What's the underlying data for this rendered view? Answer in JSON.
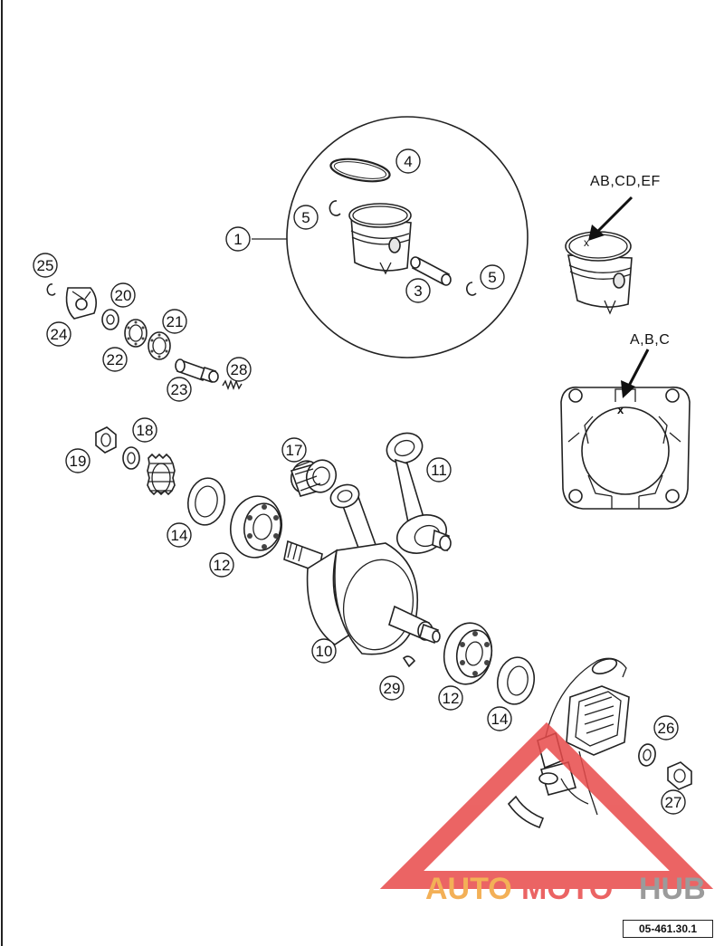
{
  "callouts": {
    "c1": "1",
    "c3": "3",
    "c4": "4",
    "c5a": "5",
    "c5b": "5",
    "c10": "10",
    "c11": "11",
    "c12a": "12",
    "c12b": "12",
    "c14a": "14",
    "c14b": "14",
    "c17": "17",
    "c18": "18",
    "c19": "19",
    "c20": "20",
    "c21": "21",
    "c22": "22",
    "c23": "23",
    "c24": "24",
    "c25": "25",
    "c26": "26",
    "c27": "27",
    "c28": "28",
    "c29": "29"
  },
  "annotations": {
    "piston_marking": "AB,CD,EF",
    "cylinder_marking": "A,B,C",
    "mark_symbol": "x"
  },
  "watermark": {
    "part1": "AUTO",
    "part2": "MOTO",
    "part3": "HUB",
    "color_orange": "#f2a33a",
    "color_grey": "#8a8a8a",
    "color_red": "#e84a4a"
  },
  "reference_code": "05-461.30.1"
}
